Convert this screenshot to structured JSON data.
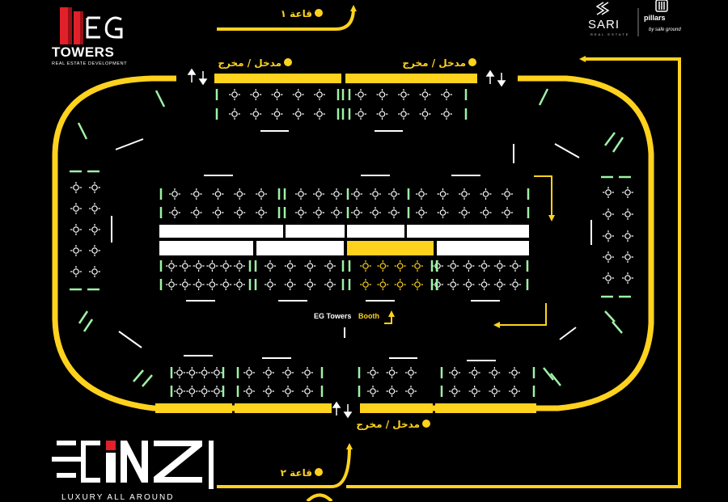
{
  "logos": {
    "eg_towers": {
      "name": "TOWERS",
      "tagline": "REAL ESTATE DEVELOPMENT"
    },
    "sari": {
      "name": "SARI",
      "sub": "REAL ESTATE"
    },
    "pillars": {
      "name": "pillars",
      "sub": "by safe ground"
    },
    "eins": {
      "tagline": "LUXURY ALL AROUND"
    }
  },
  "labels": {
    "hall1": "قاعة ١",
    "hall2": "قاعة ٢",
    "entrance_exit": "مدخل / مخرج",
    "booth_name": "EG Towers",
    "booth_word": "Booth"
  },
  "colors": {
    "accent": "#FFD21E",
    "table_white": "#FFFFFF",
    "chair_green": "#9EF2A6",
    "background": "#000000"
  },
  "icons": [
    "up-arrow-icon",
    "down-arrow-icon",
    "direction-arrow-icon",
    "bullet-dot-icon",
    "table-icon"
  ]
}
